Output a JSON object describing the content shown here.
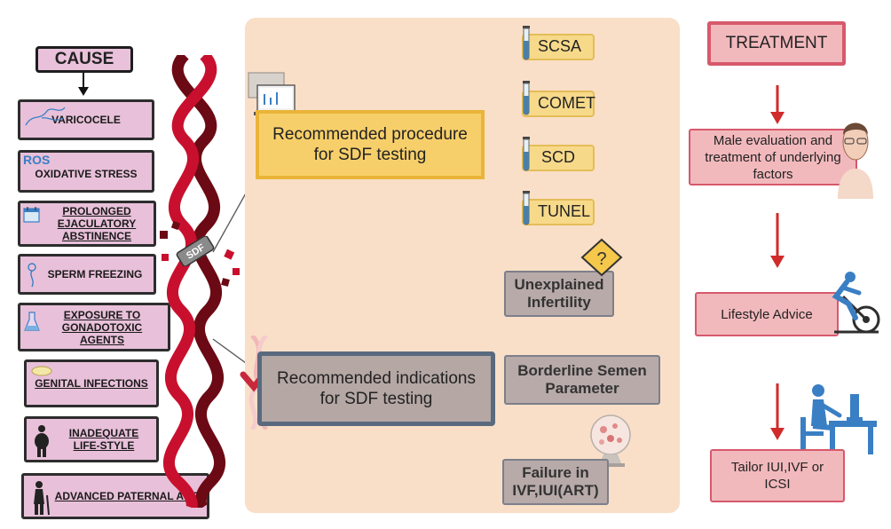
{
  "cause": {
    "title": "CAUSE",
    "items": [
      {
        "label": "VARICOCELE"
      },
      {
        "label": "OXIDATIVE STRESS",
        "tag": "ROS"
      },
      {
        "label": "PROLONGED EJACULATORY ABSTINENCE"
      },
      {
        "label": "SPERM FREEZING"
      },
      {
        "label": "EXPOSURE TO GONADOTOXIC AGENTS"
      },
      {
        "label": "GENITAL INFECTIONS"
      },
      {
        "label": "INADEQUATE LIFE-STYLE"
      },
      {
        "label": "ADVANCED PATERNAL AGE"
      }
    ]
  },
  "dna_label": "SDF",
  "procedure": {
    "label": "Recommended procedure for SDF testing"
  },
  "methods": [
    "SCSA",
    "COMET",
    "SCD",
    "TUNEL"
  ],
  "indications": {
    "label": "Recommended indications for SDF testing",
    "items": [
      "Unexplained Infertility",
      "Borderline Semen Parameter",
      "Failure in IVF,IUI(ART)"
    ]
  },
  "treatment": {
    "title": "TREATMENT",
    "steps": [
      "Male evaluation and treatment of underlying factors",
      "Lifestyle Advice",
      "Tailor IUI,IVF or ICSI"
    ]
  },
  "colors": {
    "cause_fill": "#e8c0d9",
    "panel_bg": "#f9dfc8",
    "procedure_fill": "#f7cf6a",
    "indication_fill": "#b4a7a4",
    "treatment_fill": "#f2b9bd",
    "treatment_border": "#d6596b",
    "dna_red": "#c8102e",
    "dna_dark": "#6b0a14",
    "arrow_red": "#d02a2a",
    "icon_blue": "#3a7fc4"
  }
}
